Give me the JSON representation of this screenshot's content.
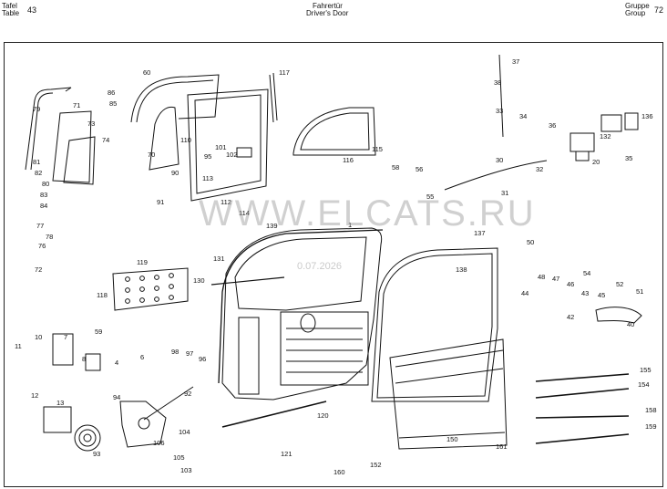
{
  "header": {
    "tafel_label": "Tafel",
    "table_label": "Table",
    "table_number": "43",
    "title_de": "Fahrertür",
    "title_en": "Driver's Door",
    "gruppe_label": "Gruppe",
    "group_label": "Group",
    "group_number": "72"
  },
  "watermark": {
    "text": "WWW.ELCATS.RU",
    "date": "0.07.2026"
  },
  "part_numbers": [
    "1",
    "4",
    "6",
    "7",
    "8",
    "10",
    "11",
    "12",
    "13",
    "20",
    "30",
    "31",
    "32",
    "33",
    "34",
    "35",
    "36",
    "37",
    "38",
    "40",
    "42",
    "43",
    "44",
    "45",
    "46",
    "47",
    "48",
    "50",
    "51",
    "52",
    "54",
    "55",
    "56",
    "58",
    "59",
    "60",
    "70",
    "71",
    "72",
    "73",
    "74",
    "76",
    "77",
    "78",
    "79",
    "80",
    "81",
    "82",
    "83",
    "84",
    "85",
    "86",
    "90",
    "91",
    "92",
    "93",
    "94",
    "95",
    "96",
    "97",
    "98",
    "101",
    "102",
    "103",
    "104",
    "105",
    "106",
    "110",
    "112",
    "113",
    "114",
    "115",
    "116",
    "117",
    "118",
    "119",
    "120",
    "121",
    "130",
    "131",
    "132",
    "136",
    "137",
    "138",
    "139",
    "150",
    "152",
    "154",
    "155",
    "158",
    "159",
    "160",
    "161"
  ]
}
